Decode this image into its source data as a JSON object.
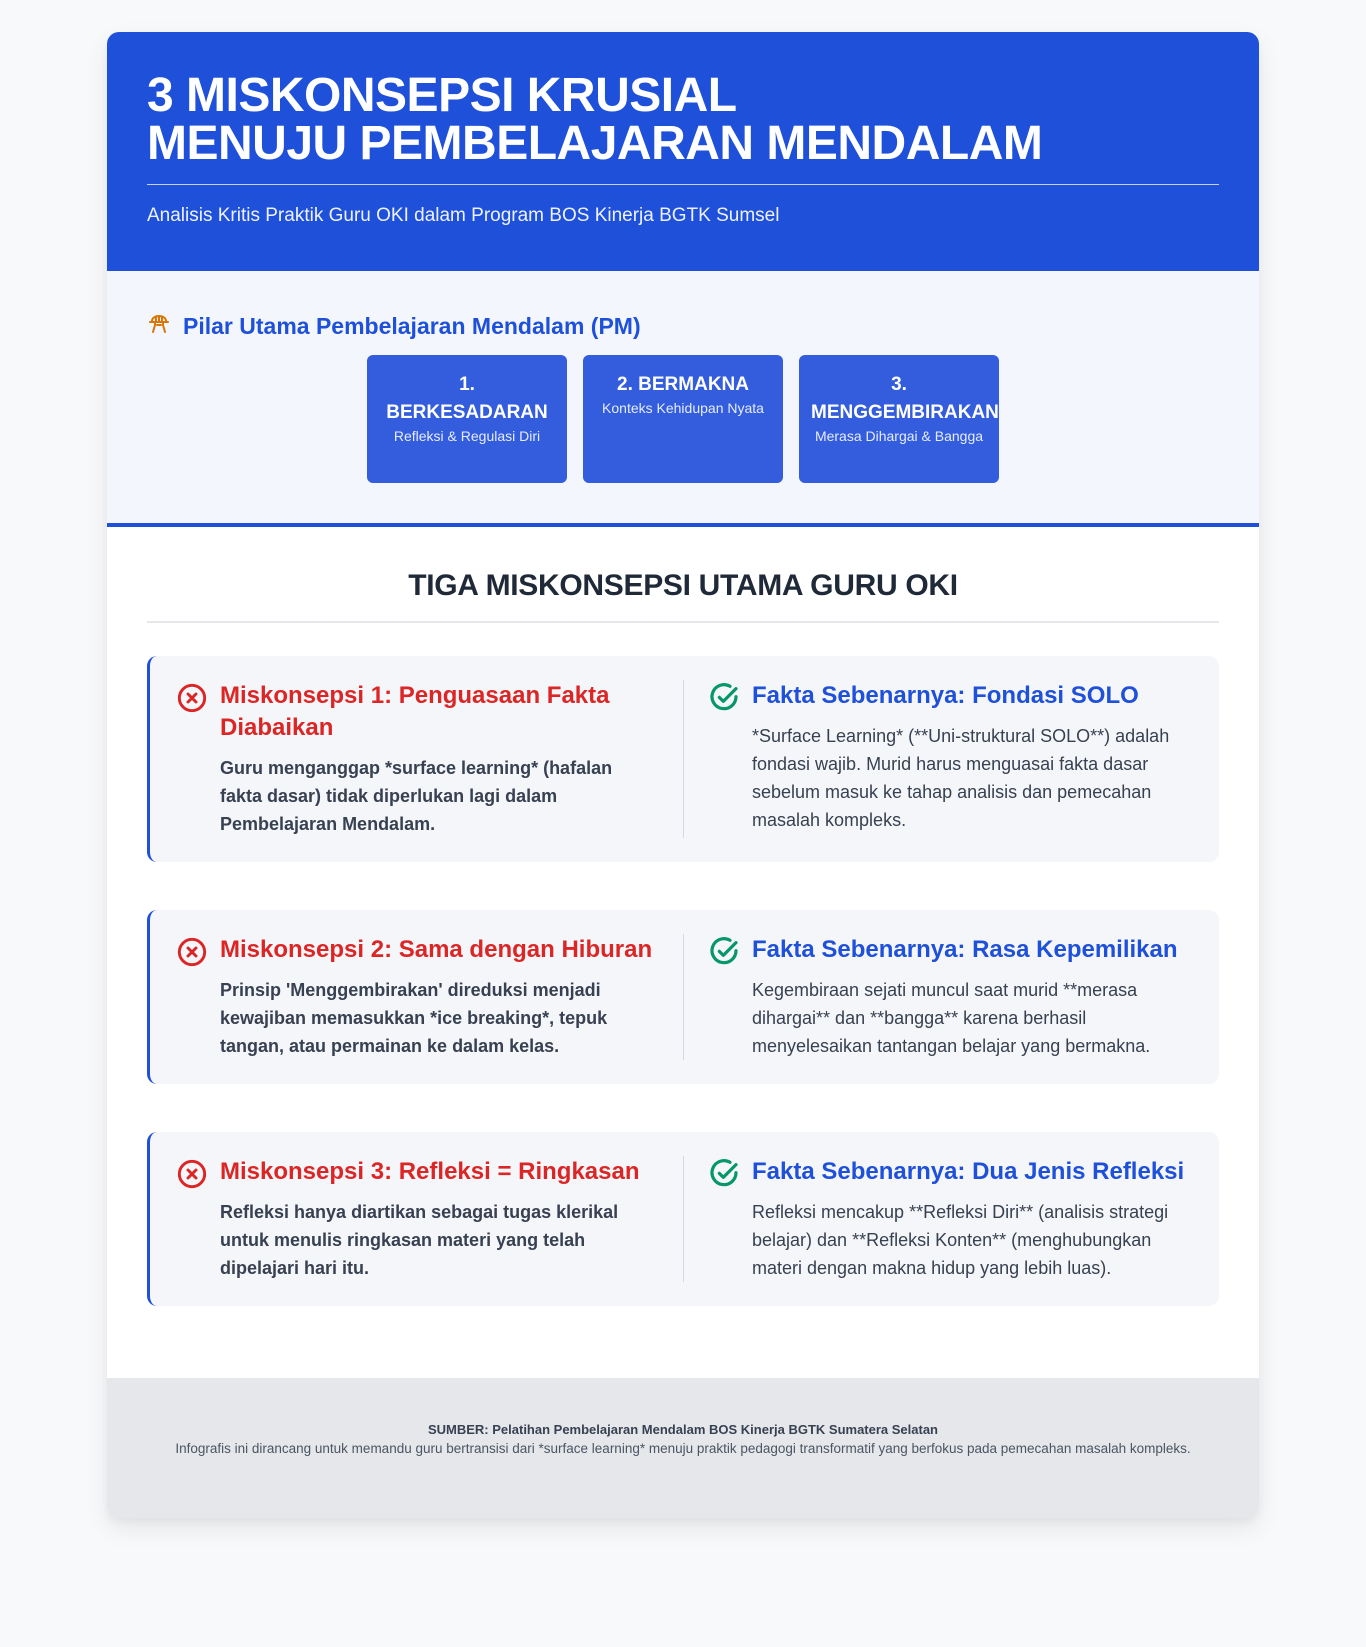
{
  "header": {
    "title_line1": "3 MISKONSEPSI KRUSIAL",
    "title_line2": "MENUJU PEMBELAJARAN MENDALAM",
    "subtitle": "Analisis Kritis Praktik Guru OKI dalam Program BOS Kinerja BGTK Sumsel"
  },
  "pillars": {
    "icon": "pillar-icon",
    "icon_color": "#d97706",
    "title": "Pilar Utama Pembelajaran Mendalam (PM)",
    "items": [
      {
        "number": "1.",
        "title": "BERKESADARAN",
        "subtitle": "Refleksi & Regulasi Diri"
      },
      {
        "number": "2.",
        "title": "BERMAKNA",
        "subtitle": "Konteks Kehidupan Nyata"
      },
      {
        "number": "3.",
        "title": "MENGGEMBIRAKAN",
        "subtitle": "Merasa Dihargai & Bangga"
      }
    ]
  },
  "main": {
    "heading": "TIGA MISKONSEPSI UTAMA GURU OKI",
    "cards": [
      {
        "misconception": {
          "icon": "x-circle-icon",
          "title": "Miskonsepsi 1: Penguasaan Fakta Diabaikan",
          "text": "Guru menganggap *surface learning* (hafalan fakta dasar) tidak diperlukan lagi dalam Pembelajaran Mendalam."
        },
        "fact": {
          "icon": "check-circle-icon",
          "title": "Fakta Sebenarnya: Fondasi SOLO",
          "text": "*Surface Learning* (**Uni-struktural SOLO**) adalah fondasi wajib. Murid harus menguasai fakta dasar sebelum masuk ke tahap analisis dan pemecahan masalah kompleks."
        }
      },
      {
        "misconception": {
          "icon": "x-circle-icon",
          "title": "Miskonsepsi 2: Sama dengan Hiburan",
          "text": "Prinsip 'Menggembirakan' direduksi menjadi kewajiban memasukkan *ice breaking*, tepuk tangan, atau permainan ke dalam kelas."
        },
        "fact": {
          "icon": "check-circle-icon",
          "title": "Fakta Sebenarnya: Rasa Kepemilikan",
          "text": "Kegembiraan sejati muncul saat murid **merasa dihargai** dan **bangga** karena berhasil menyelesaikan tantangan belajar yang bermakna."
        }
      },
      {
        "misconception": {
          "icon": "x-circle-icon",
          "title": "Miskonsepsi 3: Refleksi = Ringkasan",
          "text": "Refleksi hanya diartikan sebagai tugas klerikal untuk menulis ringkasan materi yang telah dipelajari hari itu."
        },
        "fact": {
          "icon": "check-circle-icon",
          "title": "Fakta Sebenarnya: Dua Jenis Refleksi",
          "text": "Refleksi mencakup **Refleksi Diri** (analisis strategi belajar) dan **Refleksi Konten** (menghubungkan materi dengan makna hidup yang lebih luas)."
        }
      }
    ]
  },
  "footer": {
    "source": "SUMBER: Pelatihan Pembelajaran Mendalam BOS Kinerja BGTK Sumatera Selatan",
    "note": "Infografis ini dirancang untuk memandu guru bertransisi dari *surface learning* menuju praktik pedagogi transformatif yang berfokus pada pemecahan masalah kompleks."
  },
  "colors": {
    "primary": "#1e50d9",
    "pillar_bg": "#335ddd",
    "danger": "#dc2626",
    "success": "#059669",
    "accent": "#d97706"
  }
}
